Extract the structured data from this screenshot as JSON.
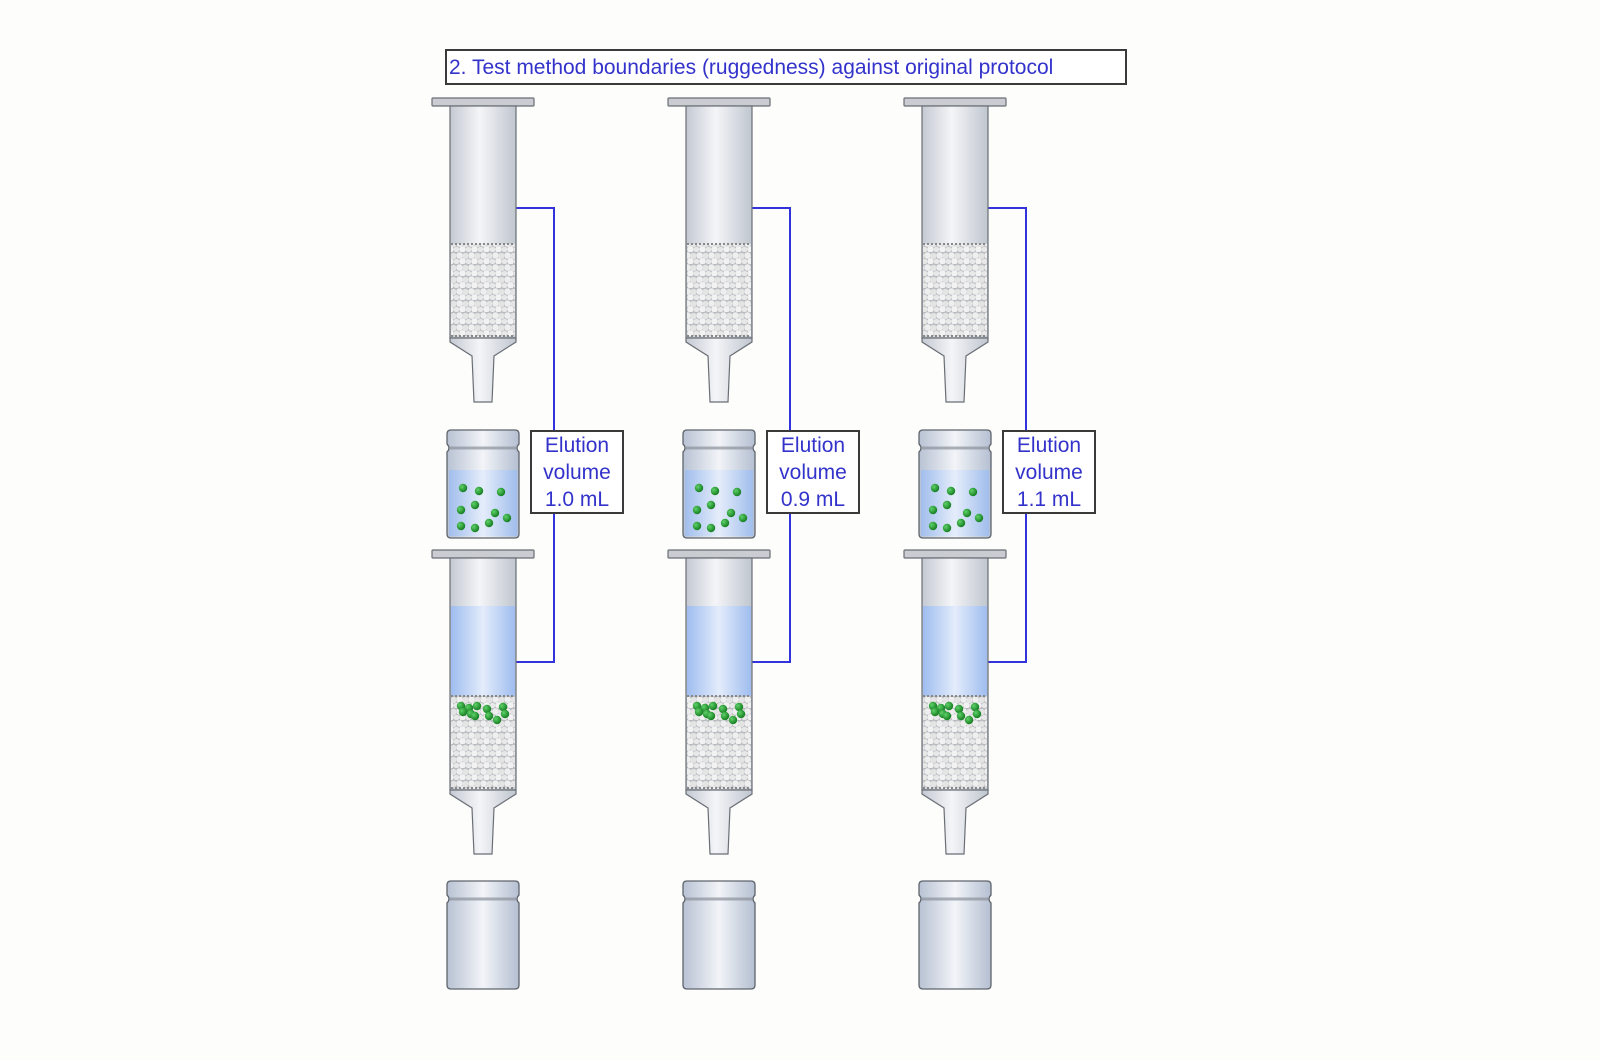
{
  "title": "2. Test method boundaries (ruggedness) against original protocol",
  "colors": {
    "accent_text": "#3333cc",
    "connector": "#3333dd",
    "analyte": "#1f8f2a",
    "solvent": "#b9d0f3"
  },
  "columns": [
    {
      "label_line1": "Elution",
      "label_line2": "volume",
      "label_line3": "1.0 mL",
      "elution_volume_ml": 1.0
    },
    {
      "label_line1": "Elution",
      "label_line2": "volume",
      "label_line3": "0.9 mL",
      "elution_volume_ml": 0.9
    },
    {
      "label_line1": "Elution",
      "label_line2": "volume",
      "label_line3": "1.1 mL",
      "elution_volume_ml": 1.1
    }
  ]
}
